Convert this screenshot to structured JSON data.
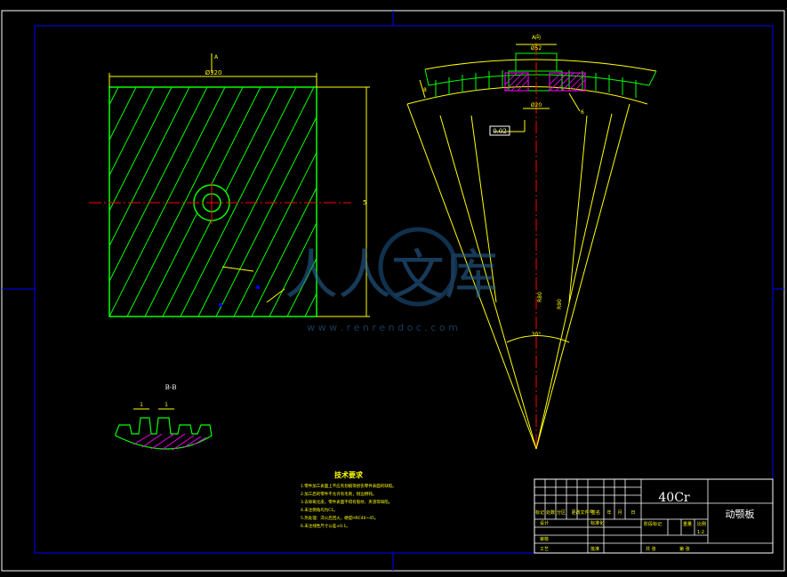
{
  "front_view": {
    "width_dim": "Ø320",
    "height_dim": "5",
    "section_mark": "A"
  },
  "sector_view": {
    "title": "A向",
    "top_dim": "Ø52",
    "mid_dim": "Ø20",
    "left_dim": "8",
    "right_dim": "6",
    "datum_box": "0.02",
    "angle_dim": "30°",
    "r_inner": "R80",
    "r_outer": "R90"
  },
  "section": {
    "label": "B-B",
    "dim_a": "1",
    "dim_b": "1"
  },
  "tech_req": {
    "title": "技术要求",
    "items": [
      "1.零件加工表面上不应有划痕等损伤零件表面的缺陷。",
      "2.加工后的零件不允许有毛刺，锐边倒钝。",
      "3.去除氧化皮，零件表面不得有裂纹、夹渣等缺陷。",
      "4.未注倒角均为C1。",
      "5.热处理：淬火后回火，硬度HRC40~45。",
      "6.未注线性尺寸公差±0.1。"
    ]
  },
  "title_block": {
    "material": "40Cr",
    "part_name": "动颚板",
    "scale": "1:2",
    "row1": [
      "标记",
      "处数",
      "分区",
      "更改文件号",
      "签名",
      "年",
      "月",
      "日"
    ],
    "designer": "设计",
    "standard": "标准化",
    "checker": "审核",
    "process": "工艺",
    "approve": "批准",
    "stage_mark": "阶段标记",
    "weight": "重量",
    "ratio": "比例",
    "sheets": "共 张",
    "sheet": "第 张"
  },
  "watermark": {
    "brand": "人人文库",
    "url": "w w w . r e n r e n d o c . c o m"
  },
  "colors": {
    "frame": "#0000ff",
    "outline": "#00ff00",
    "dims": "#ffff00",
    "centerline": "#ff0000",
    "hatch_section": "#ff00ff",
    "text": "#ffffff"
  }
}
